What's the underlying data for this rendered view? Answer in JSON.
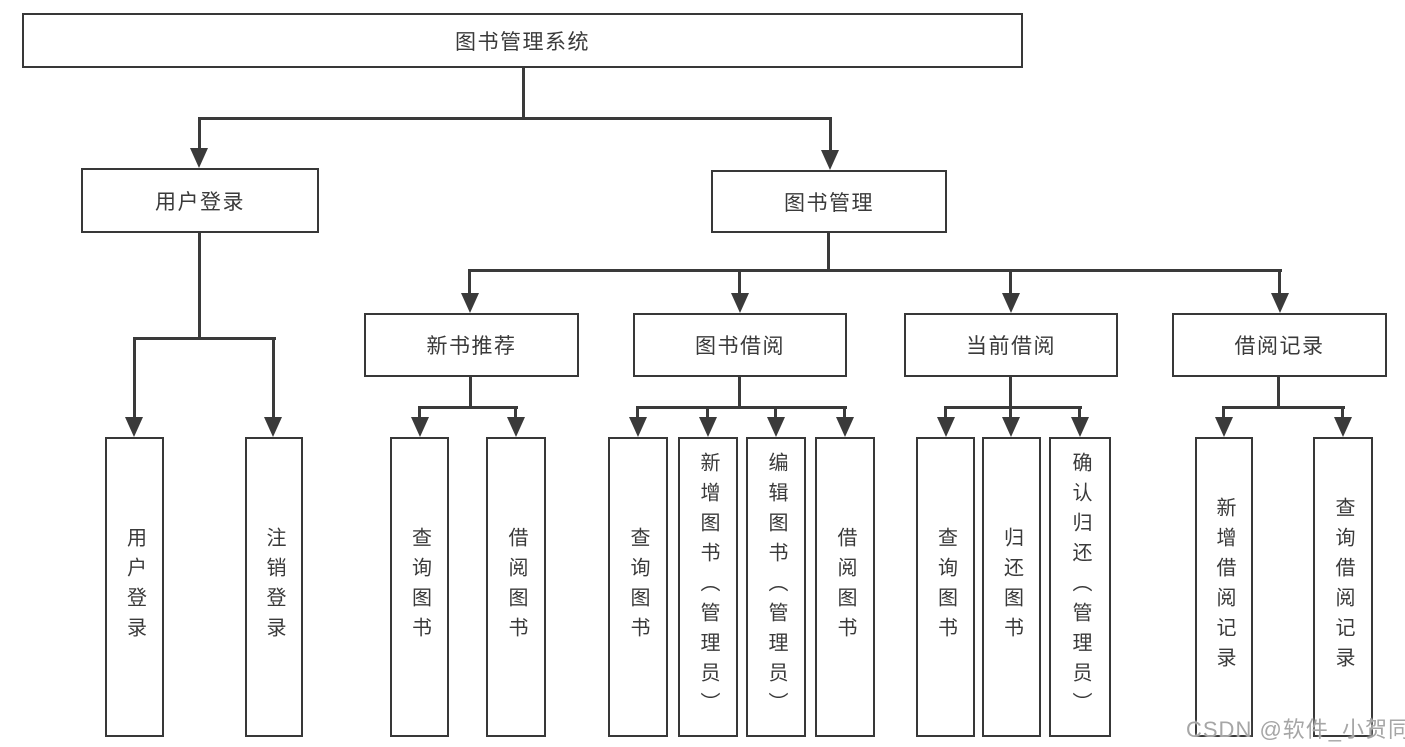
{
  "diagram_title": "图书管理系统",
  "tree": {
    "root": {
      "label": "图书管理系统"
    },
    "branches": [
      {
        "label": "用户登录",
        "children": [
          {
            "label": "用户登录"
          },
          {
            "label": "注销登录"
          }
        ]
      },
      {
        "label": "图书管理",
        "children": [
          {
            "label": "新书推荐",
            "children": [
              {
                "label": "查询图书"
              },
              {
                "label": "借阅图书"
              }
            ]
          },
          {
            "label": "图书借阅",
            "children": [
              {
                "label": "查询图书"
              },
              {
                "label": "新增图书（管理员）"
              },
              {
                "label": "编辑图书（管理员）"
              },
              {
                "label": "借阅图书"
              }
            ]
          },
          {
            "label": "当前借阅",
            "children": [
              {
                "label": "查询图书"
              },
              {
                "label": "归还图书"
              },
              {
                "label": "确认归还（管理员）"
              }
            ]
          },
          {
            "label": "借阅记录",
            "children": [
              {
                "label": "新增借阅记录"
              },
              {
                "label": "查询借阅记录"
              }
            ]
          }
        ]
      }
    ]
  },
  "watermark": "CSDN @软件_小贺同学",
  "colors": {
    "line": "#3a3a3a",
    "text": "#3a3a3a",
    "box_background": "#ffffff",
    "page_background": "#ffffff",
    "watermark": "#a6a6a6"
  }
}
